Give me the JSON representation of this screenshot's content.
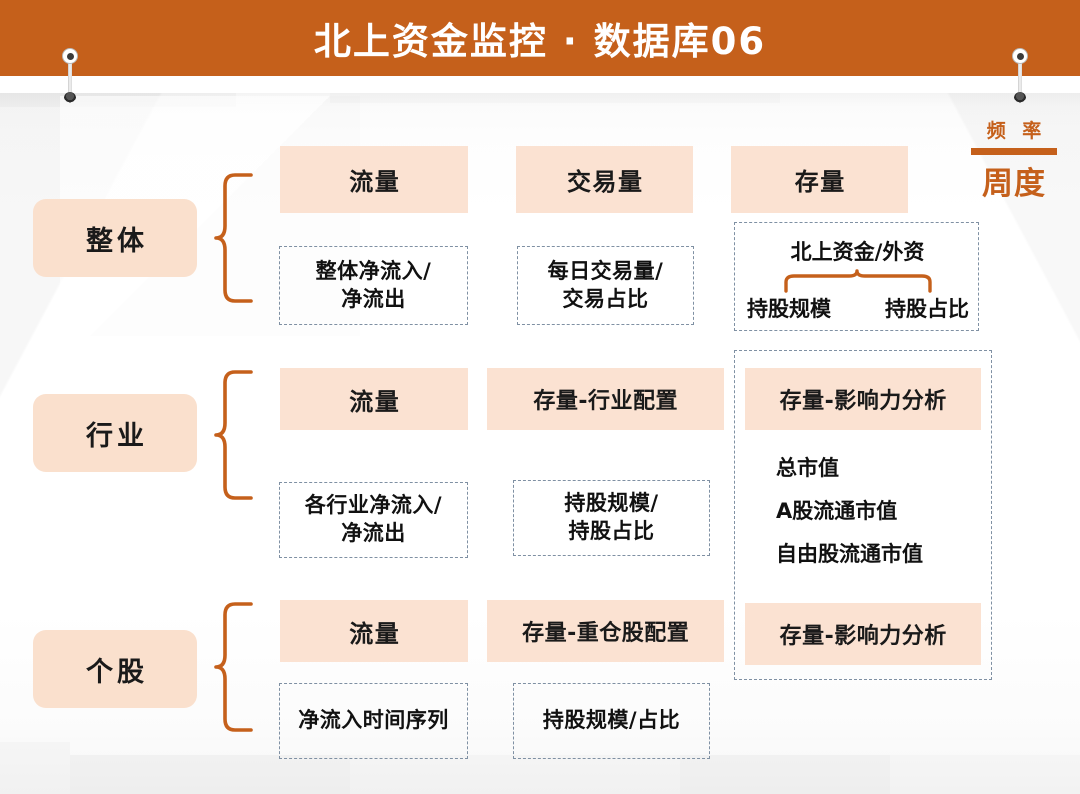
{
  "header": {
    "title": "北上资金监控 · 数据库06"
  },
  "frequency": {
    "label": "频 率",
    "value": "周度"
  },
  "rows": [
    {
      "category": "整体",
      "columns": [
        {
          "chip": "流量",
          "detail": "整体净流入/\n净流出"
        },
        {
          "chip": "交易量",
          "detail": "每日交易量/\n交易占比"
        },
        {
          "chip": "存量",
          "composite": {
            "title": "北上资金/外资",
            "children": [
              "持股规模",
              "持股占比"
            ]
          }
        }
      ]
    },
    {
      "category": "行业",
      "columns": [
        {
          "chip": "流量",
          "detail": "各行业净流入/\n净流出"
        },
        {
          "chip": "存量-行业配置",
          "detail": "持股规模/\n持股占比"
        },
        {
          "chip": "存量-影响力分析",
          "items": [
            "总市值",
            "A股流通市值",
            "自由股流通市值"
          ]
        }
      ]
    },
    {
      "category": "个股",
      "columns": [
        {
          "chip": "流量",
          "detail": "净流入时间序列"
        },
        {
          "chip": "存量-重仓股配置",
          "detail": "持股规模/占比"
        },
        {
          "chip": "存量-影响力分析"
        }
      ]
    }
  ],
  "colors": {
    "header_orange": "#C5601B",
    "chip_peach": "#FBE2D2",
    "pill_peach": "#FAE0CD",
    "dash_blue_gray": "#7F90A3",
    "brace_orange": "#C5601B"
  }
}
